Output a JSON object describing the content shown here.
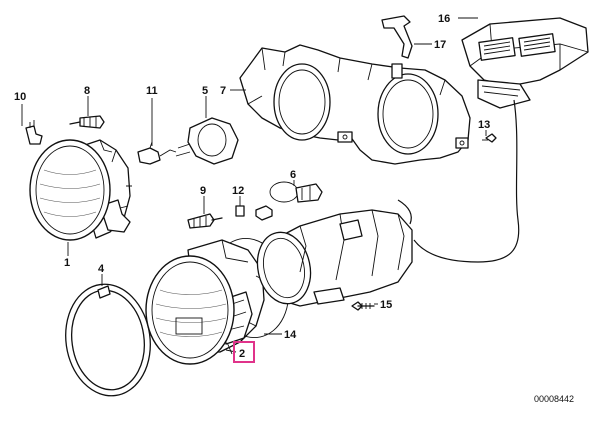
{
  "diagram": {
    "reference_number": "00008442",
    "callouts": {
      "c1": "1",
      "c2": "2",
      "c4": "4",
      "c5": "5",
      "c6": "6",
      "c7": "7",
      "c8": "8",
      "c9": "9",
      "c10": "10",
      "c11": "11",
      "c12": "12",
      "c13": "13",
      "c14": "14",
      "c15": "15",
      "c16": "16",
      "c17": "17"
    },
    "highlighted_callout": "2",
    "highlight_color": "#e0338a"
  }
}
